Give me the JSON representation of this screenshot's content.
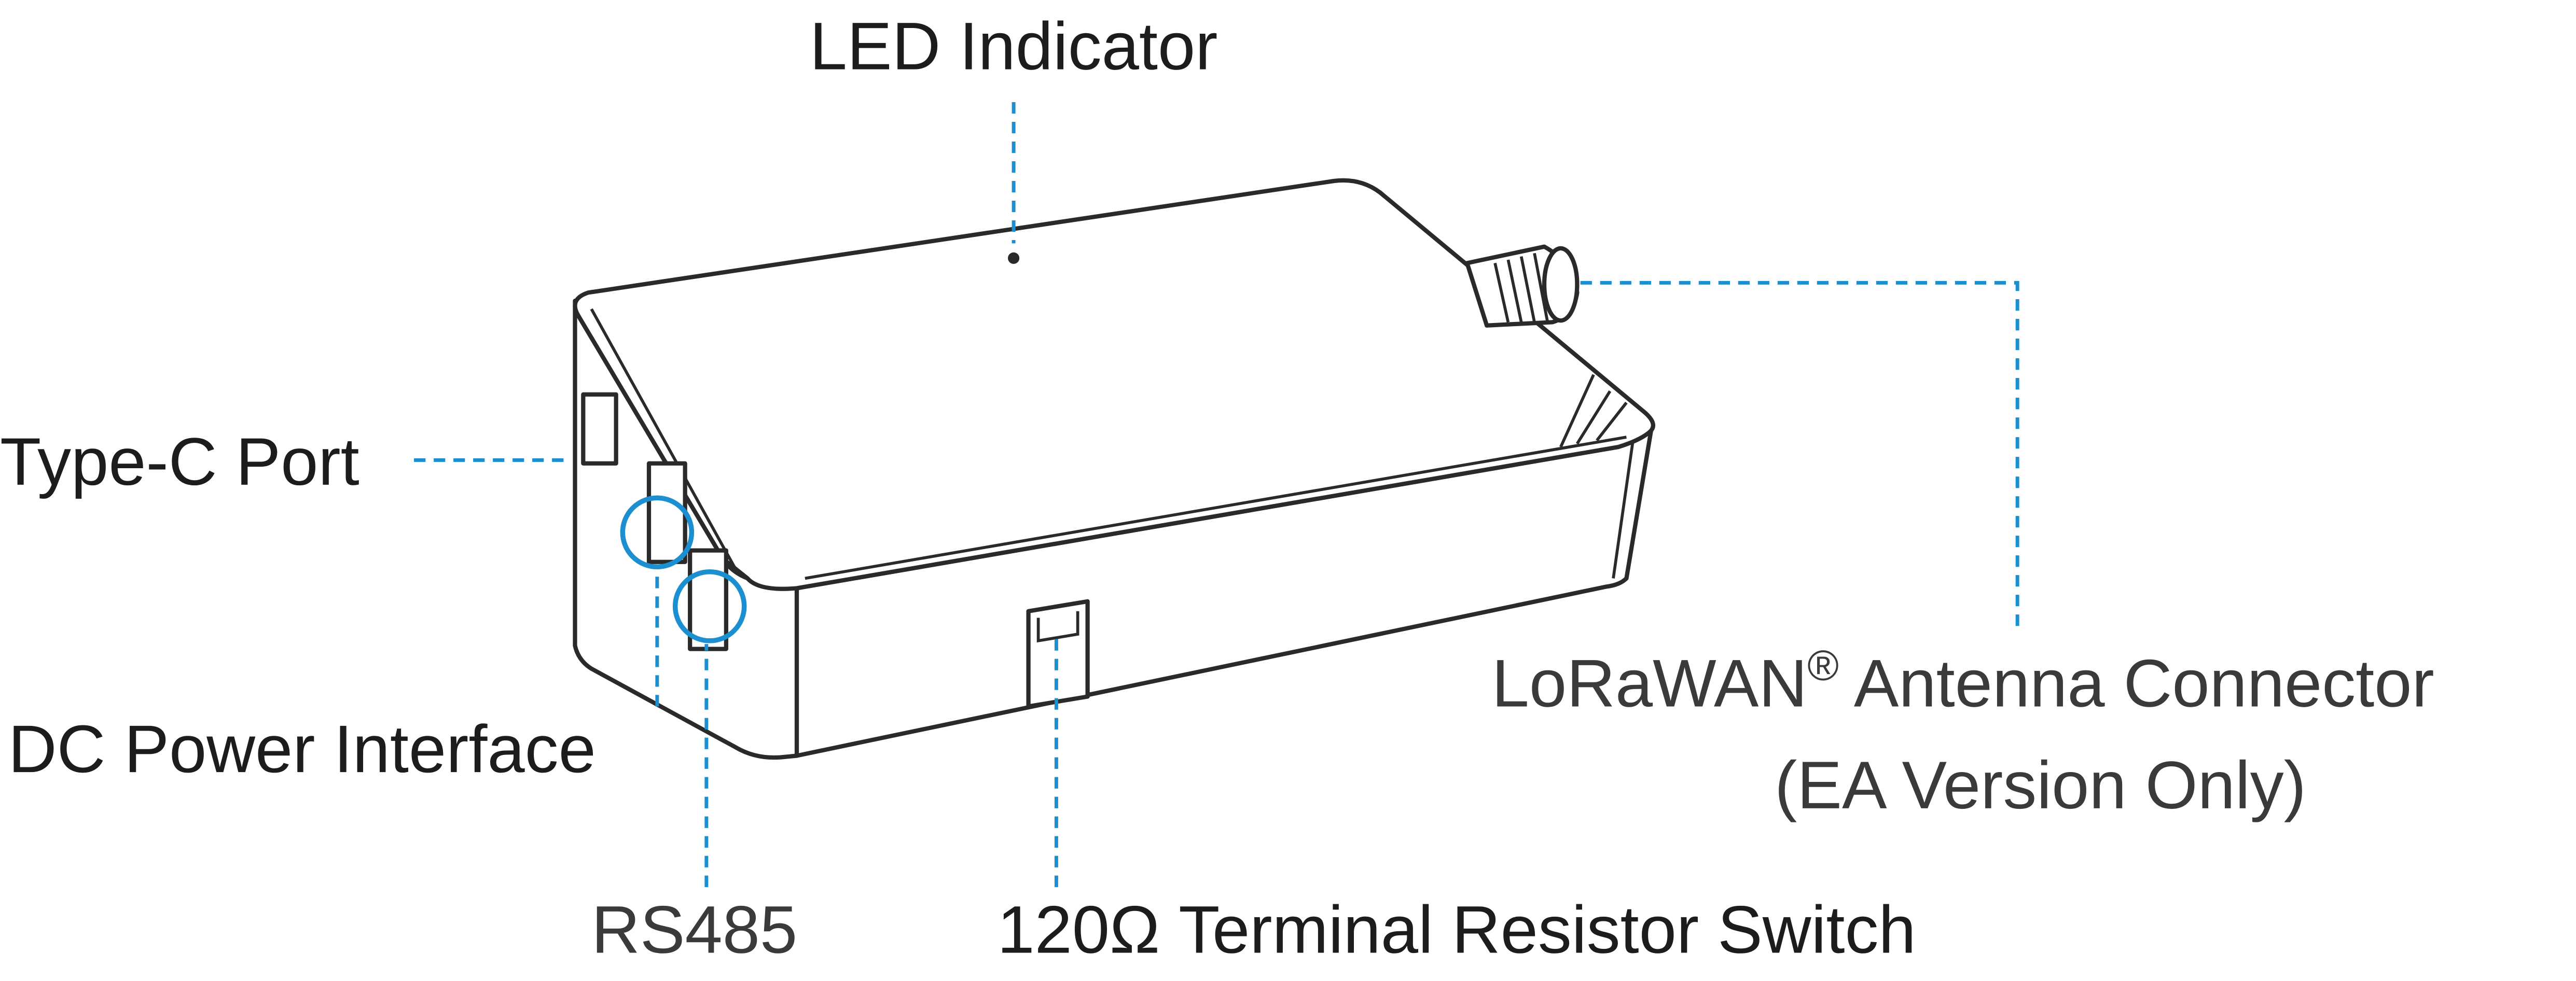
{
  "diagram": {
    "labels": {
      "led": "LED Indicator",
      "typec": "Type-C Port",
      "dc": "DC Power Interface",
      "rs485": "RS485",
      "switch": "120Ω Terminal Resistor Switch",
      "antenna_line1": "LoRaWAN",
      "antenna_reg": "®",
      "antenna_line1_rest": " Antenna Connector",
      "antenna_line2": "(EA Version Only)"
    },
    "colors": {
      "leader": "#1b8fd0",
      "outline": "#2a2a2a",
      "text": "#1c1c1c"
    }
  }
}
